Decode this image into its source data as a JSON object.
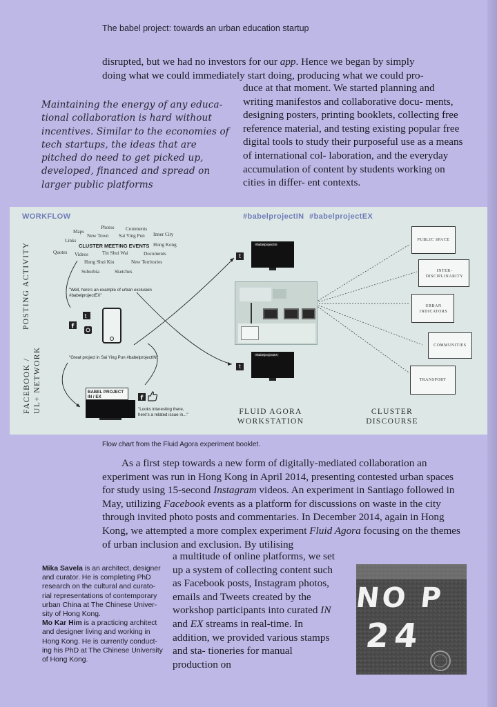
{
  "header": {
    "running_title": "The babel project: towards an urban education startup"
  },
  "intro": {
    "line1_pre": "disrupted, but we had no investors for our ",
    "line1_em": "app",
    "line1_post": ". Hence we began by simply",
    "line2": "doing what we could immediately start doing, producing what we could pro-"
  },
  "right_column": "duce at that moment. We started planning and writing manifestos and collaborative docu- ments, designing posters, printing booklets, collecting free reference material, and testing existing popular free digital tools to study their purposeful use as a means of international col- laboration, and the everyday accumulation of content by students working on cities in differ- ent contexts.",
  "pullquote": "Maintaining the energy of any educa- tional collaboration is hard without incentives. Similar to the economies of tech startups, the ideas that are pitched do need to get picked up, developed, financed and spread on larger public platforms",
  "figure": {
    "workflow_label": "WORKFLOW",
    "hashtag_in": "#babelprojectIN",
    "hashtag_ex": "#babelprojectEX",
    "side_activity": "POSTING   ACTIVITY",
    "side_network": "FACEBOOK /\nUL+ NETWORK",
    "cloud": {
      "photos": "Photos",
      "comments": "Comments",
      "maps": "Maps",
      "new_town": "New Town",
      "sai_ying_pun": "Sai Ying Pun",
      "inner_city": "Inner City",
      "links": "Links",
      "cluster_events": "CLUSTER MEETING EVENTS",
      "hong_kong": "Hong Kong",
      "quotes": "Quotes",
      "videos": "Videos",
      "tin_shui_wai": "Tin Shui Wai",
      "documents": "Documents",
      "hung_shui_kiu": "Hung Shui Kiu",
      "new_territories": "New Territories",
      "suburbia": "Suburbia",
      "sketches": "Sketches"
    },
    "quote_exclusion": "\"Well, here's an example of urban exclusion #babelprojectEX\"",
    "quote_saiyingpun": "\"Great project in Sai Ying Pun #babelprojectIN\"",
    "babel_project_label": "BABEL PROJECT IN / EX",
    "quote_related": "\"Looks interesting there, here's a related issue in...\"",
    "monitor_in": "#babelprojectIN",
    "monitor_ex": "#babelprojectEX",
    "fluid_agora_title_1": "FLUID AGORA",
    "fluid_agora_title_2": "WORKSTATION",
    "cluster_title_1": "CLUSTER",
    "cluster_title_2": "DISCOURSE",
    "clusters": [
      "PUBLIC SPACE",
      "INTER-DISCIPLINARITY",
      "URBAN INDICATORS",
      "COMMUNITIES",
      "TRANSPORT"
    ]
  },
  "caption": "Flow chart from the Fluid Agora experiment booklet.",
  "para2_html": "As a first step towards a new form of digitally-mediated collaboration an experiment was run in Hong Kong in April 2014, presenting contested urban spaces for study using 15-second <i>Instagram</i> videos. An experiment in Santiago followed in May, utilizing <i>Facebook</i> events as a platform for discussions on waste in the city through invited photo posts and commentaries. In December 2014, again in Hong Kong, we attempted a more complex experiment <i>Fluid Agora</i> focusing on the themes of urban inclusion and exclusion. By utilising",
  "para3_html": "a multitude of online platforms, we set up a system of collecting content such as Facebook posts, Instagram photos, emails and Tweets created by the workshop participants into curated <i>IN</i> and <i>EX</i> streams in real-time. In addition, we provided various stamps and sta- tioneries for manual production on",
  "bio": {
    "name1": "Mika Savela",
    "text1": " is an architect, designer and curator. He is completing PhD research on the cultural and curato- rial representations of contemporary urban China at The Chinese Univer- sity of Hong Kong.",
    "name2": "Mo Kar Him",
    "text2": " is a practicing architect and designer living and working in Hong Kong. He is currently conduct- ing his PhD at The Chinese University of Hong Kong."
  },
  "photo": {
    "text_line1": "NO P",
    "text_line2": "24"
  }
}
